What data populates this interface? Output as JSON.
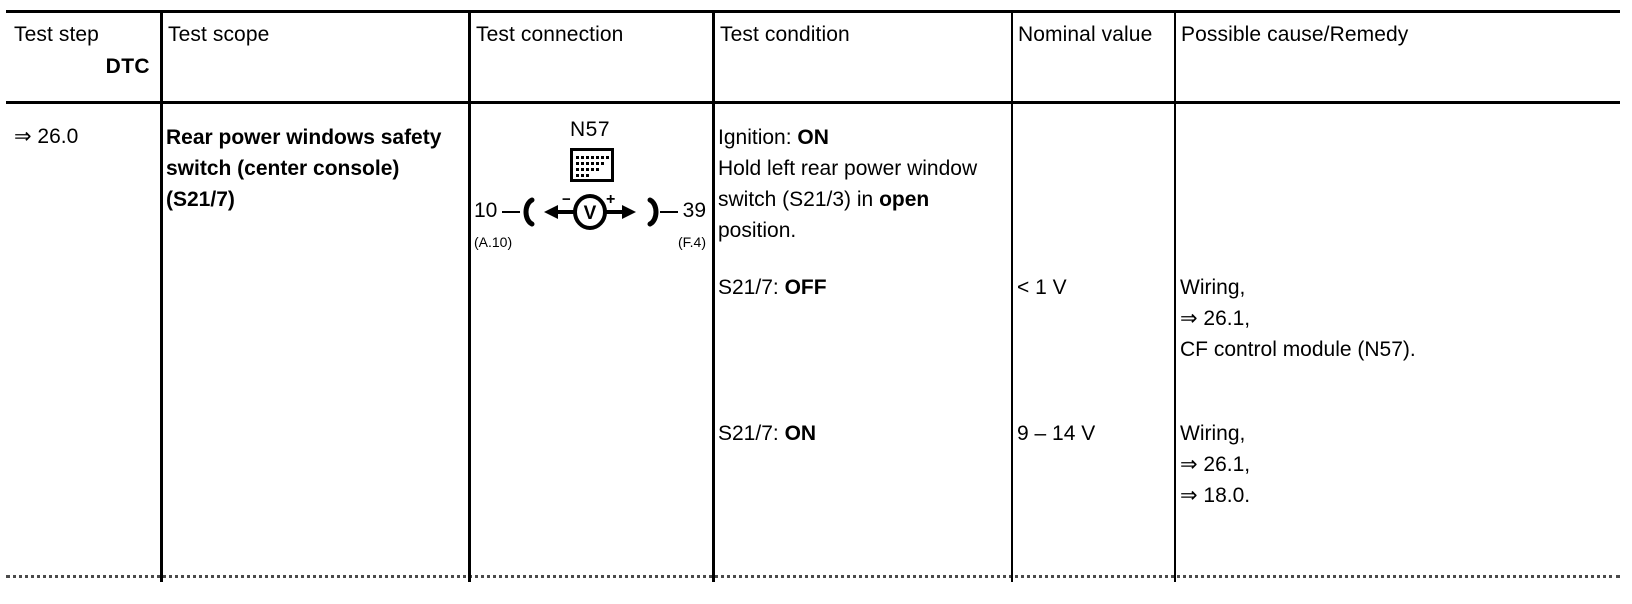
{
  "table": {
    "columns": [
      {
        "id": "test-step",
        "label": "Test step",
        "sublabel": "DTC"
      },
      {
        "id": "test-scope",
        "label": "Test scope"
      },
      {
        "id": "test-connection",
        "label": "Test connection"
      },
      {
        "id": "test-condition",
        "label": "Test condition"
      },
      {
        "id": "nominal-value",
        "label": "Nominal value"
      },
      {
        "id": "possible-cause-remedy",
        "label": "Possible cause/Remedy"
      }
    ],
    "row": {
      "step": "⇒ 26.0",
      "scope": "Rear power windows safety switch (center console) (S21/7)",
      "connection": {
        "module_label": "N57",
        "module_icon": "control-module-icon",
        "meter_symbol": "V",
        "meter_minus": "−",
        "meter_plus": "+",
        "terminal_left": "10",
        "terminal_right": "39",
        "connector_left": "(A.10)",
        "connector_right": "(F.4)"
      },
      "condition": {
        "line1_label": "Ignition:",
        "line1_value": "ON",
        "line2": "Hold left rear power window switch (S21/3) in",
        "line3_emph": "open",
        "line3_rest": " position.",
        "block2_label": "S21/7:",
        "block2_value": "OFF",
        "block3_label": "S21/7:",
        "block3_value": "ON"
      },
      "nominal": {
        "value1": "< 1 V",
        "value2": "9 – 14 V"
      },
      "remedy1": [
        "Wiring,",
        "⇒ 26.1,",
        "CF control module (N57)."
      ],
      "remedy2": [
        "Wiring,",
        "⇒ 26.1,",
        "⇒ 18.0."
      ]
    }
  }
}
